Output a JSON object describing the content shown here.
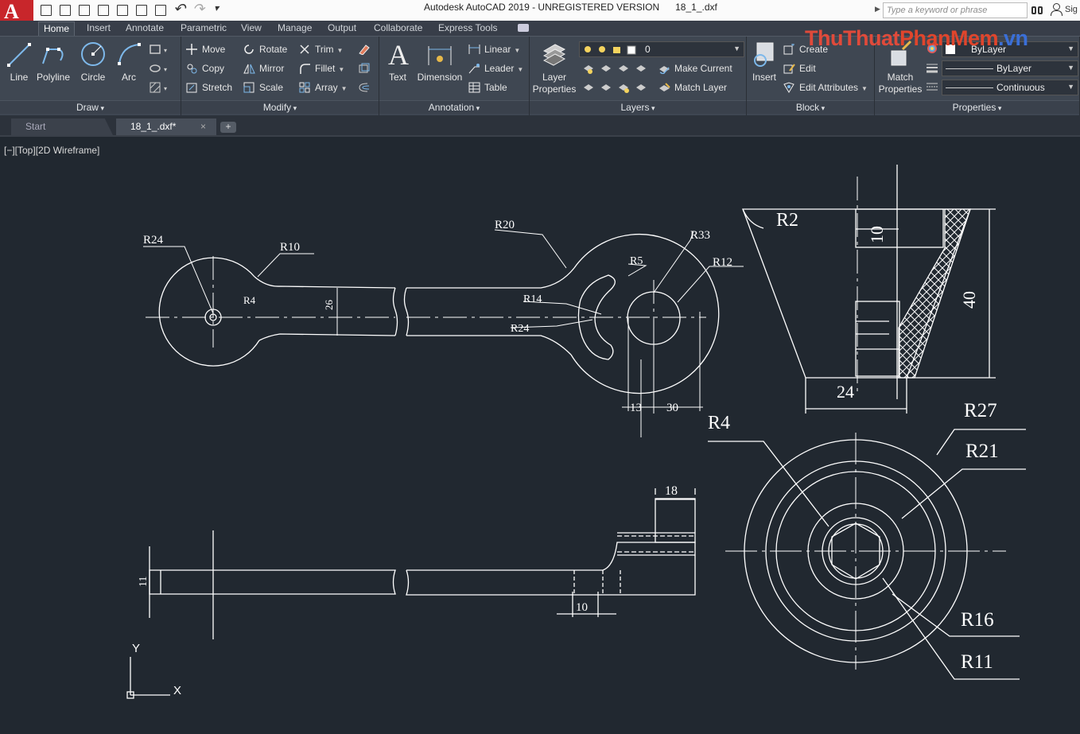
{
  "titlebar": {
    "app_letter": "A",
    "title": "Autodesk AutoCAD 2019 - UNREGISTERED VERSION      18_1_.dxf",
    "search_placeholder": "Type a keyword or phrase",
    "signin": "Sig"
  },
  "ribbon_tabs": [
    "Home",
    "Insert",
    "Annotate",
    "Parametric",
    "View",
    "Manage",
    "Output",
    "Collaborate",
    "Express Tools"
  ],
  "panels": {
    "draw": {
      "title": "Draw",
      "line": "Line",
      "polyline": "Polyline",
      "circle": "Circle",
      "arc": "Arc"
    },
    "modify": {
      "title": "Modify",
      "move": "Move",
      "copy": "Copy",
      "stretch": "Stretch",
      "rotate": "Rotate",
      "mirror": "Mirror",
      "scale": "Scale",
      "trim": "Trim",
      "fillet": "Fillet",
      "array": "Array"
    },
    "annotation": {
      "title": "Annotation",
      "text": "Text",
      "dimension": "Dimension",
      "linear": "Linear",
      "leader": "Leader",
      "table": "Table"
    },
    "layers": {
      "title": "Layers",
      "layer_properties_1": "Layer",
      "layer_properties_2": "Properties",
      "current_layer": "0",
      "make_current": "Make Current",
      "match_layer": "Match Layer"
    },
    "block": {
      "title": "Block",
      "insert": "Insert",
      "create": "Create",
      "edit": "Edit",
      "edit_attributes": "Edit Attributes"
    },
    "properties": {
      "title": "Properties",
      "match_1": "Match",
      "match_2": "Properties",
      "color": "ByLayer",
      "lineweight": "ByLayer",
      "linetype": "Continuous"
    }
  },
  "doc_tabs": {
    "start": "Start",
    "file": "18_1_.dxf*",
    "close": "×",
    "new": "+"
  },
  "viewport": {
    "label": "[−][Top][2D Wireframe]",
    "ucs_y": "Y",
    "ucs_x": "X"
  },
  "watermark": {
    "part1": "ThuThuat",
    "part2": "PhanMem",
    "part3": ".vn",
    "color1": "#e04a3a",
    "color2": "#e0452c",
    "color3": "#3a6fd8"
  },
  "drawing": {
    "wrench_dims": [
      "R24",
      "R10",
      "R4",
      "26",
      "R20",
      "R33",
      "R5",
      "R12",
      "R14",
      "R24",
      "13",
      "30"
    ],
    "side_dims": [
      "18",
      "11",
      "10"
    ],
    "section_dims": [
      "R2",
      "10",
      "40",
      "24"
    ],
    "circle_dims": [
      "R4",
      "R27",
      "R21",
      "R16",
      "R11"
    ]
  },
  "colors": {
    "app_red": "#c8262b",
    "ribbon_bg": "#3f4752",
    "viewport_bg": "#212830",
    "line": "#ffffff"
  }
}
